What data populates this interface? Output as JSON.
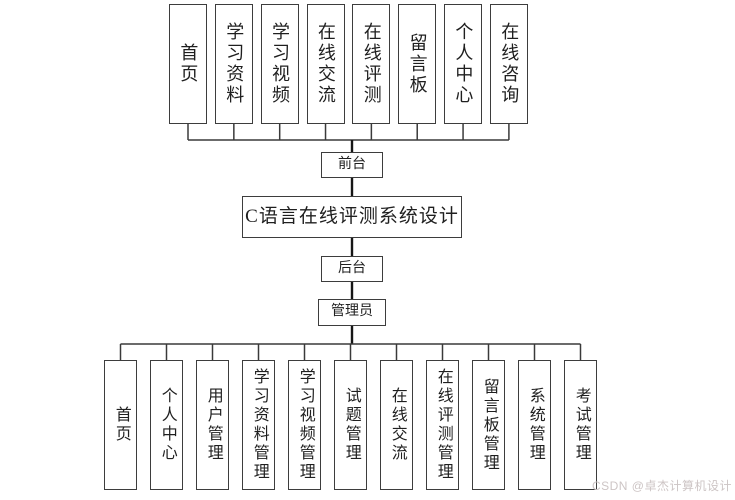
{
  "diagram": {
    "title": "C语言在线评测系统设计",
    "front_label": "前台",
    "back_label": "后台",
    "admin_label": "管理员",
    "front_modules": [
      "首页",
      "学习资料",
      "学习视频",
      "在线交流",
      "在线评测",
      "留言板",
      "个人中心",
      "在线咨询"
    ],
    "back_modules": [
      "首页",
      "个人中心",
      "用户管理",
      "学习资料管理",
      "学习视频管理",
      "试题管理",
      "在线交流",
      "在线评测管理",
      "留言板管理",
      "系统管理",
      "考试管理"
    ]
  },
  "watermark": "CSDN @卓杰计算机设计",
  "colors": {
    "background": "#ffffff",
    "box_border": "#3d3d3d",
    "line": "#3a3a3a",
    "trunk_line": "#161616",
    "text": "#1f1f1f",
    "watermark_text": "#cdc5c5"
  }
}
